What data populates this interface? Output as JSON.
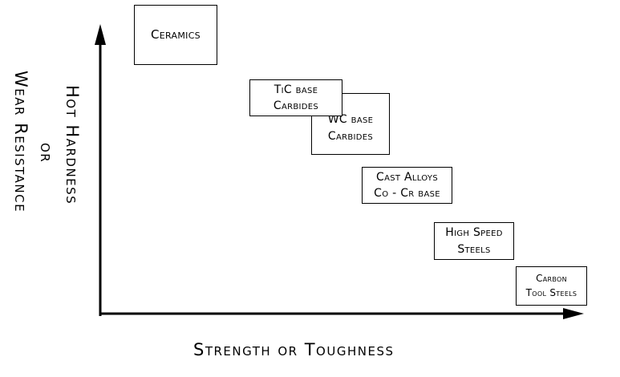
{
  "axes": {
    "x_label": "Strength or Toughness",
    "y_label_lines": [
      "Hot Hardness",
      "or",
      "Wear Resistance"
    ]
  },
  "boxes": [
    {
      "lines": [
        "Ceramics"
      ]
    },
    {
      "lines": [
        "TiC base",
        "Carbides"
      ]
    },
    {
      "lines": [
        "WC base",
        "Carbides"
      ]
    },
    {
      "lines": [
        "Cast Alloys",
        "Co - Cr base"
      ]
    },
    {
      "lines": [
        "High Speed",
        "Steels"
      ]
    },
    {
      "lines": [
        "Carbon",
        "Tool Steels"
      ]
    }
  ]
}
